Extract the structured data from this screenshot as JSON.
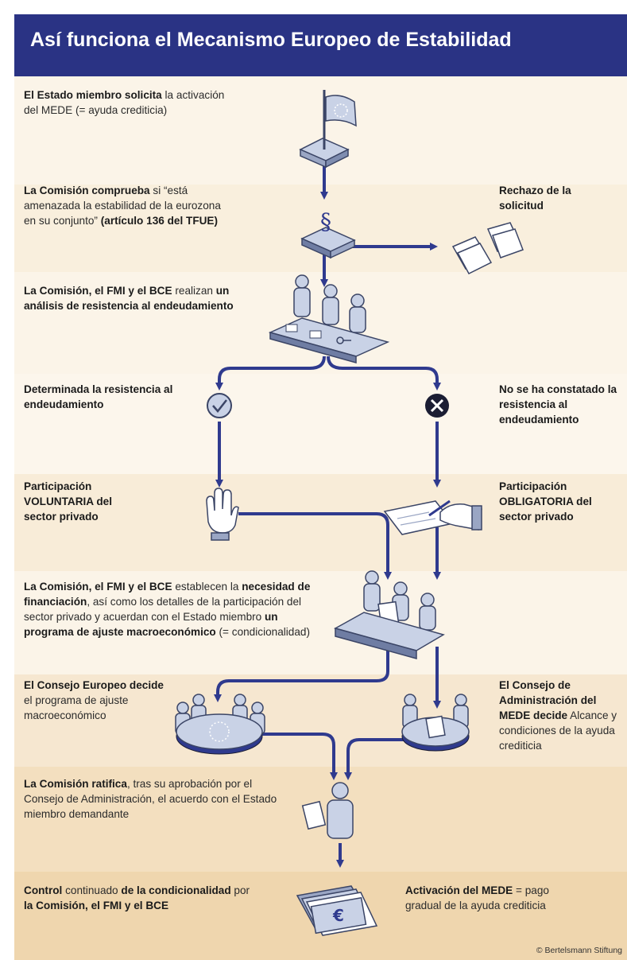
{
  "header": {
    "title": "Así funciona el Mecanismo Europeo de Estabilidad"
  },
  "colors": {
    "header": "#2a3384",
    "arrow": "#2f3a8e",
    "band_light": "#fbf4e8",
    "band_mid": "#f6e7d0",
    "band_dark": "#f0d9b3",
    "icon": "#c9d2e6"
  },
  "steps": {
    "solicita": {
      "b1": "El Estado miembro solicita",
      "t1": " la activación del MEDE (= ayuda crediticia)"
    },
    "comprueba": {
      "b1": "La Comisión comprueba",
      "t1": " si “está amenazada la estabilidad de la eurozona en su conjunto” ",
      "b2": "(artículo 136 del TFUE)"
    },
    "rechazo": {
      "b1": "Rechazo de la solicitud"
    },
    "analisis": {
      "b1": "La Comisión, el FMI y el BCE",
      "t1": " realizan ",
      "b2": "un análisis de resistencia al endeudamiento"
    },
    "determinada": {
      "b1": "Determinada la resistencia al endeudamiento"
    },
    "no_constatado": {
      "b1": "No se ha constatado la resistencia al endeudamiento"
    },
    "voluntaria": {
      "b1": "Participación VOLUNTARIA del sector privado"
    },
    "obligatoria": {
      "b1": "Participación OBLIGATORIA del sector privado"
    },
    "necesidad": {
      "b1": "La Comisión, el FMI y el BCE",
      "t1": " establecen la ",
      "b2": "necesidad de financiación",
      "t2": ", así como los detalles de la participación del sector privado y acuerdan con el Estado miembro ",
      "b3": "un programa de ajuste macroeconómico",
      "t3": " (= condicionalidad)"
    },
    "consejo": {
      "b1": "El Consejo Europeo decide",
      "t1": " el programa de ajuste macroeconómico"
    },
    "administracion": {
      "b1": "El Consejo de Administración del MEDE decide",
      "t1": " Alcance y condiciones de la ayuda crediticia"
    },
    "ratifica": {
      "b1": "La Comisión ratifica",
      "t1": ", tras su aprobación por el Consejo de Administración, el acuerdo con el Estado miembro demandante"
    },
    "control": {
      "b1": "Control",
      "t1": " continuado ",
      "b2": "de la condicionalidad",
      "t2": " por ",
      "b3": "la Comisión, el FMI y el BCE"
    },
    "activacion": {
      "b1": "Activación del MEDE",
      "t1": " = pago gradual de la ayuda crediticia"
    }
  },
  "icons": {
    "euro_symbol": "€",
    "paragraph_symbol": "§"
  },
  "copyright": "© Bertelsmann Stiftung"
}
